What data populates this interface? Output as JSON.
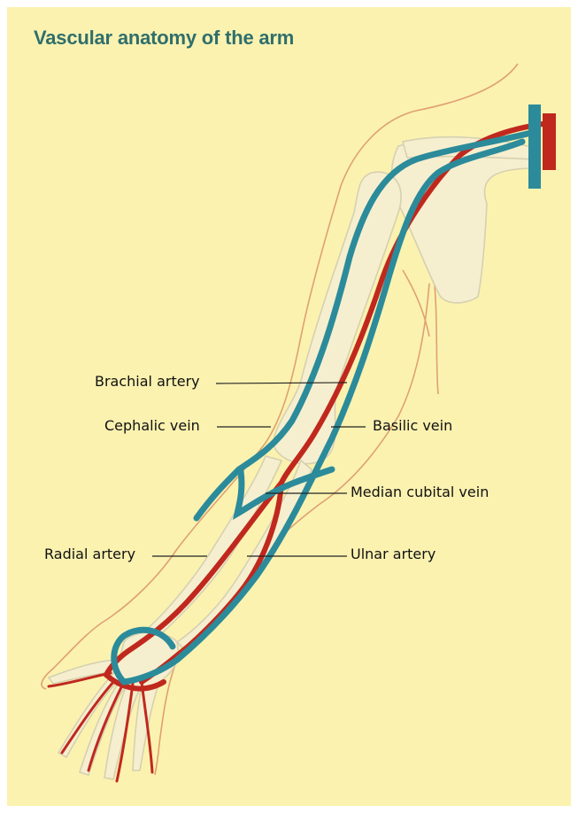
{
  "title": "Vascular anatomy of the arm",
  "labels": {
    "brachial_artery": "Brachial artery",
    "cephalic_vein": "Cephalic vein",
    "basilic_vein": "Basilic vein",
    "median_cubital_vein": "Median cubital vein",
    "radial_artery": "Radial artery",
    "ulnar_artery": "Ulnar artery"
  },
  "colors": {
    "background": "#fbf2b0",
    "title": "#2f6f6c",
    "artery": "#c0281e",
    "vein": "#2b8b9a",
    "skin_outline": "#e0a070",
    "bone_fill": "#f6efcf",
    "bone_outline": "#d6d0b0"
  }
}
